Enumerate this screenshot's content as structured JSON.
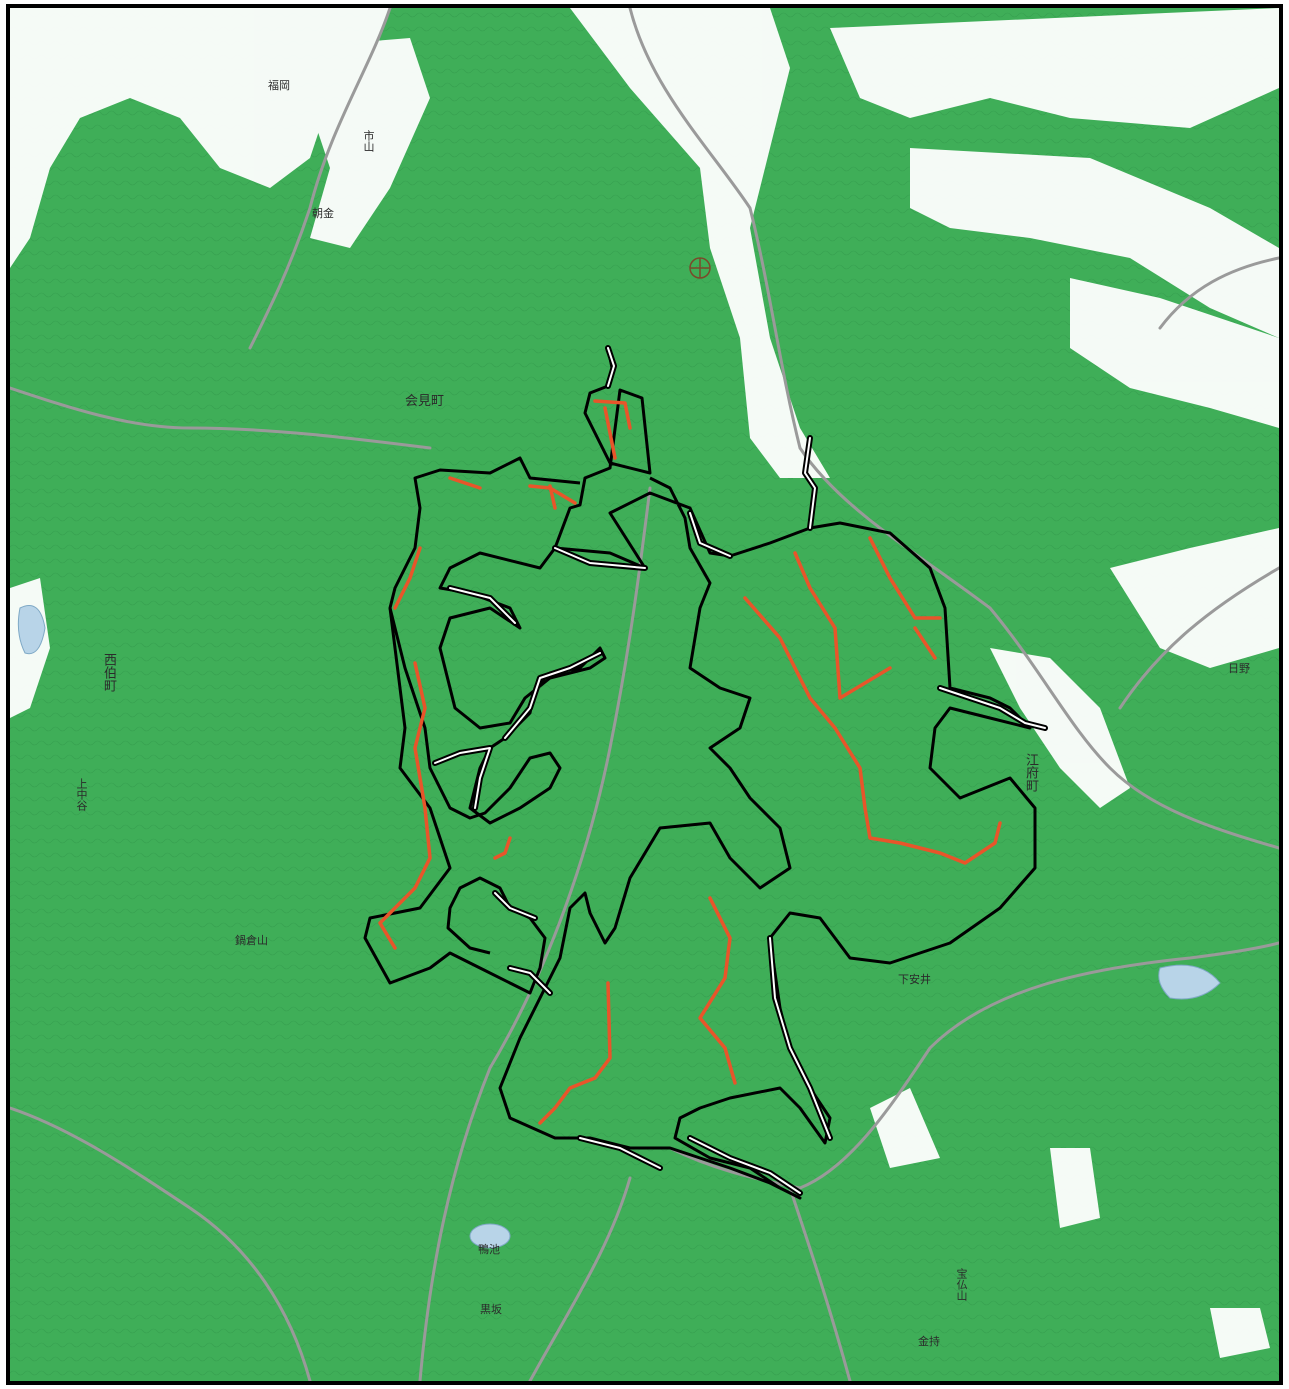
{
  "map": {
    "colors": {
      "forest": "#3fae58",
      "forest_dark": "#2f9447",
      "open_land": "#ffffff",
      "road": "#9a9a9a",
      "water": "#b8d4e8",
      "boundary": "#000000",
      "trail": "#e8552a",
      "frame": "#000000"
    },
    "icons": [
      "benchmark-symbol-icon"
    ],
    "labels": [
      {
        "id": "l1",
        "text": "市山"
      },
      {
        "id": "l2",
        "text": "会見町"
      },
      {
        "id": "l3",
        "text": "西伯町"
      },
      {
        "id": "l4",
        "text": "上中谷"
      },
      {
        "id": "l5",
        "text": "江府町"
      },
      {
        "id": "l6",
        "text": "宝仏山"
      },
      {
        "id": "l7",
        "text": "鍋倉山"
      },
      {
        "id": "l8",
        "text": "黒坂"
      },
      {
        "id": "l9",
        "text": "金持"
      },
      {
        "id": "l10",
        "text": "福岡"
      },
      {
        "id": "l11",
        "text": "鴨池"
      },
      {
        "id": "l12",
        "text": "下安井"
      },
      {
        "id": "l13",
        "text": "朝金"
      },
      {
        "id": "l14",
        "text": "日野"
      }
    ]
  }
}
